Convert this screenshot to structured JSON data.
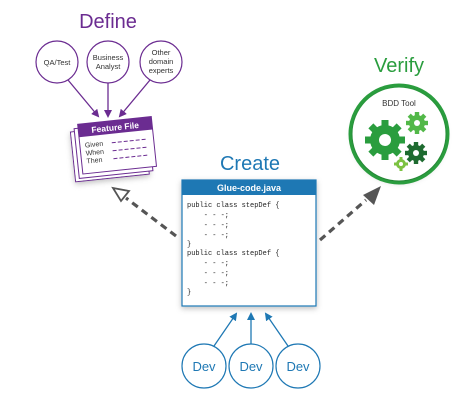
{
  "define": {
    "title": "Define",
    "roles": [
      {
        "lines": [
          "QA/Test"
        ]
      },
      {
        "lines": [
          "Business",
          "Analyst"
        ]
      },
      {
        "lines": [
          "Other",
          "domain",
          "experts"
        ]
      }
    ],
    "feature_file": {
      "title": "Feature File",
      "keywords": [
        "Given",
        "When",
        "Then"
      ]
    }
  },
  "create": {
    "title": "Create",
    "glue_file": {
      "title": "Glue-code.java",
      "code_lines": [
        "public class stepDef {",
        "    - - -;",
        "    - - -;",
        "    - - -;",
        "}",
        "public class stepDef {",
        "    - - -;",
        "    - - -;",
        "    - - -;",
        "}"
      ]
    },
    "devs": [
      "Dev",
      "Dev",
      "Dev"
    ]
  },
  "verify": {
    "title": "Verify",
    "tool_label": "BDD Tool"
  },
  "colors": {
    "purple": "#6b2c91",
    "blue": "#1e78b4",
    "green": "#2a9d3e",
    "dark_green": "#1e6b30",
    "dashed_arrow": "#555555"
  }
}
